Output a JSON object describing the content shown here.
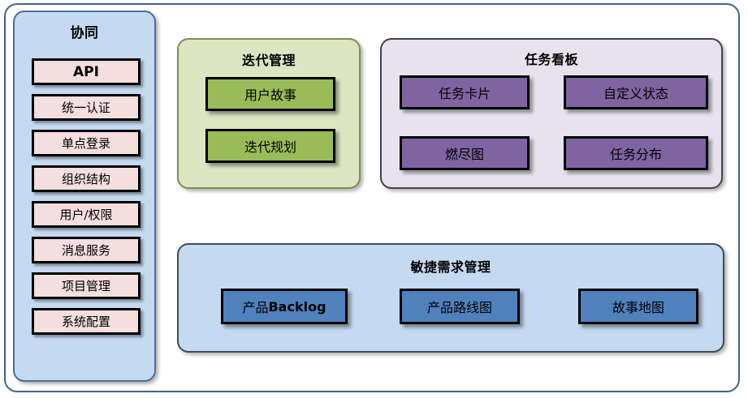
{
  "diagram": {
    "title_visible": false,
    "colors": {
      "frame_border": "#41648e",
      "sidebar_bg": "#c5d9f1",
      "sidebar_item_bg": "#f4dede",
      "iteration_bg": "#dce6c3",
      "iteration_item_bg": "#9bbb59",
      "taskboard_bg": "#e7e2ee",
      "taskboard_item_bg": "#8064a2",
      "agile_bg": "#c5d9f1",
      "agile_item_bg": "#4f81bd"
    }
  },
  "sidebar": {
    "title": "协同",
    "items": [
      {
        "label": "API",
        "bold": true
      },
      {
        "label": "统一认证",
        "bold": false
      },
      {
        "label": "单点登录",
        "bold": false
      },
      {
        "label": "组织结构",
        "bold": false
      },
      {
        "label": "用户/权限",
        "bold": false
      },
      {
        "label": "消息服务",
        "bold": false
      },
      {
        "label": "项目管理",
        "bold": false
      },
      {
        "label": "系统配置",
        "bold": false
      }
    ]
  },
  "iteration": {
    "title": "迭代管理",
    "items": [
      {
        "label": "用户故事"
      },
      {
        "label": "迭代规划"
      }
    ]
  },
  "taskboard": {
    "title": "任务看板",
    "items": [
      {
        "label": "任务卡片"
      },
      {
        "label": "自定义状态"
      },
      {
        "label": "燃尽图"
      },
      {
        "label": "任务分布"
      }
    ]
  },
  "agile": {
    "title": "敏捷需求管理",
    "items": [
      {
        "label_prefix": "产品",
        "label_suffix": "Backlog",
        "label": "产品Backlog"
      },
      {
        "label": "产品路线图"
      },
      {
        "label": "故事地图"
      }
    ]
  }
}
